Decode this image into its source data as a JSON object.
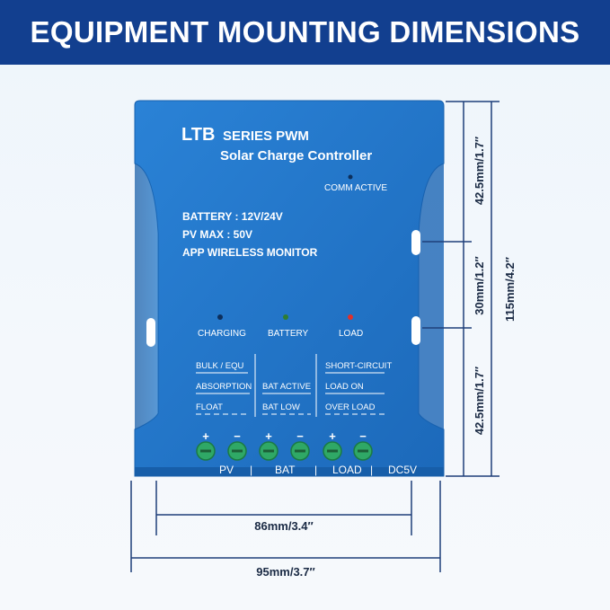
{
  "header": {
    "title": "EQUIPMENT MOUNTING DIMENSIONS"
  },
  "device": {
    "brand": "LTB",
    "series": "SERIES PWM",
    "product": "Solar Charge Controller",
    "comm_label": "COMM ACTIVE",
    "specs": [
      "BATTERY : 12V/24V",
      "PV MAX : 50V",
      "APP WIRELESS MONITOR"
    ],
    "indicators": [
      "CHARGING",
      "BATTERY",
      "LOAD"
    ],
    "status_col1": [
      "BULK / EQU",
      "ABSORPTION",
      "FLOAT"
    ],
    "status_col2": [
      "BAT ACTIVE",
      "BAT LOW"
    ],
    "status_col3": [
      "SHORT-CIRCUIT",
      "LOAD ON",
      "OVER LOAD"
    ],
    "terminal_plus": "+",
    "terminal_minus": "−",
    "terminal_labels": [
      "PV",
      "BAT",
      "LOAD",
      "DC5V"
    ],
    "separator": "|"
  },
  "dimensions": {
    "width_inner": "86mm/3.4″",
    "width_outer": "95mm/3.7″",
    "height_top": "42.5mm/1.7″",
    "height_mid": "30mm/1.2″",
    "height_bottom": "42.5mm/1.7″",
    "height_total": "115mm/4.2″"
  },
  "colors": {
    "banner": "#123f8f",
    "device_body": "#1f74c9",
    "dimension_line": "#1e3f7a",
    "led_red": "#e0302a",
    "led_green": "#2e7d32",
    "terminal": "#2fa866"
  }
}
